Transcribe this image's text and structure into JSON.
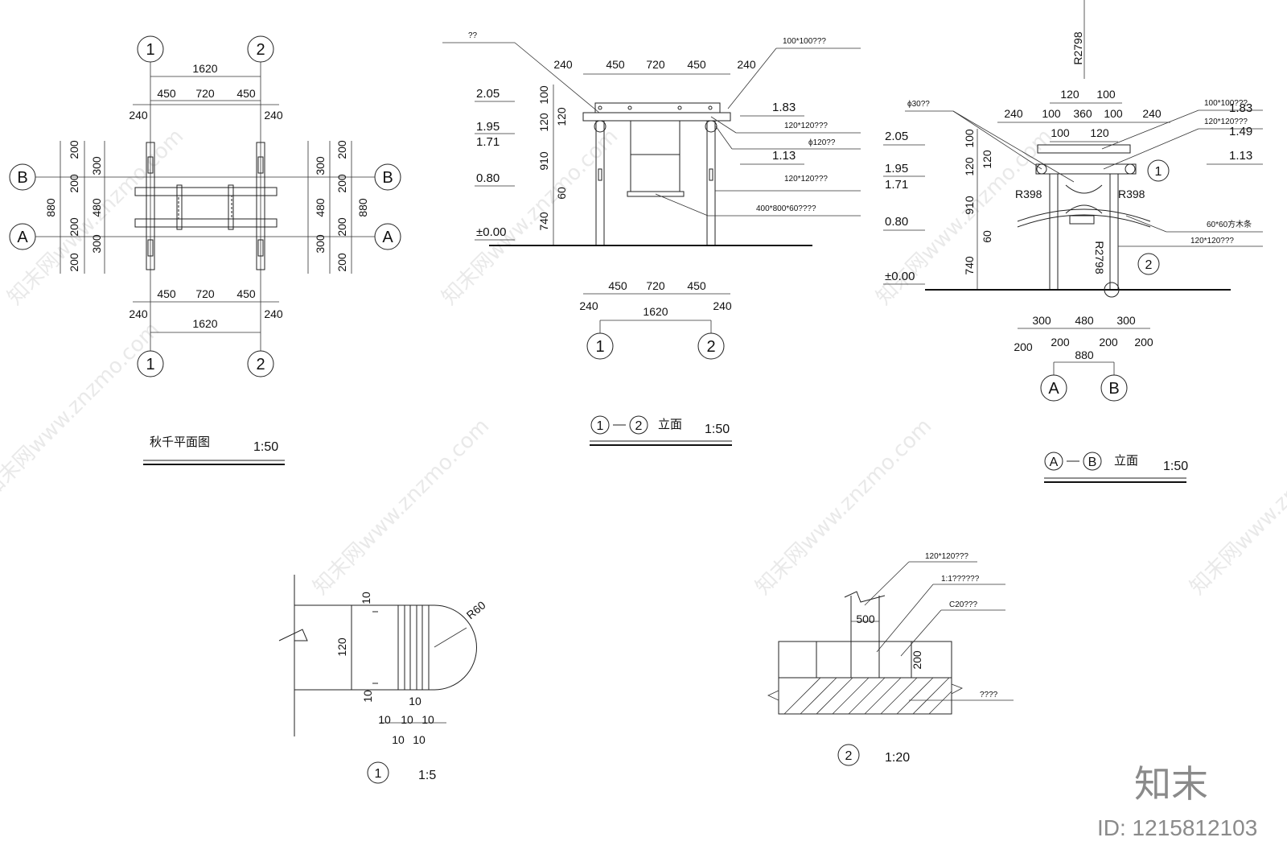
{
  "plan": {
    "title": "秋千平面图",
    "scale": "1:50",
    "axis1": "1",
    "axis2": "2",
    "axisA": "A",
    "axisB": "B",
    "top_total": "1620",
    "top_450a": "450",
    "top_720": "720",
    "top_450b": "450",
    "top_240a": "240",
    "top_240b": "240",
    "bot_450a": "450",
    "bot_720": "720",
    "bot_450b": "450",
    "bot_240a": "240",
    "bot_240b": "240",
    "bot_total": "1620",
    "left_200a": "200",
    "left_300a": "300",
    "left_200b": "200",
    "left_480": "480",
    "left_200c": "200",
    "left_300b": "300",
    "left_200d": "200",
    "left_880": "880",
    "right_200a": "200",
    "right_300a": "300",
    "right_200b": "200",
    "right_480": "480",
    "right_200c": "200",
    "right_300b": "300",
    "right_200d": "200",
    "right_880": "880"
  },
  "elev12": {
    "title": "立面",
    "scale": "1:50",
    "ax1": "1",
    "ax2": "2",
    "note_top": "??",
    "note_100x100": "100*100???",
    "note_120x120a": "120*120???",
    "note_phi120": "ϕ120??",
    "note_120x120b": "120*120???",
    "note_seat": "400*800*60????",
    "lvl_205": "2.05",
    "lvl_195": "1.95",
    "lvl_171": "1.71",
    "lvl_080": "0.80",
    "lvl_000": "±0.00",
    "lvl_183": "1.83",
    "lvl_113": "1.13",
    "top_240a": "240",
    "top_450a": "450",
    "top_720": "720",
    "top_450b": "450",
    "top_240b": "240",
    "v_100": "100",
    "v_120": "120",
    "v_910": "910",
    "v_740": "740",
    "v_120b": "120",
    "v_60": "60",
    "bot_450a": "450",
    "bot_720": "720",
    "bot_450b": "450",
    "bot_240a": "240",
    "bot_1620": "1620",
    "bot_240b": "240"
  },
  "elevAB": {
    "title": "立面",
    "scale": "1:50",
    "axA": "A",
    "axB": "B",
    "ax1": "1",
    "ax2": "2",
    "r2798a": "R2798",
    "r2798b": "R2798",
    "r398a": "R398",
    "r398b": "R398",
    "note_phi30": "ϕ30??",
    "note_100x100": "100*100???",
    "note_120x120a": "120*120???",
    "note_60x60": "60*60方木条",
    "note_120x120b": "120*120???",
    "lvl_205": "2.05",
    "lvl_195": "1.95",
    "lvl_171": "1.71",
    "lvl_080": "0.80",
    "lvl_000": "±0.00",
    "lvl_183": "1.83",
    "lvl_149": "1.49",
    "lvl_113": "1.13",
    "top_120": "120",
    "top_100": "100",
    "row_240a": "240",
    "row_100a": "100",
    "row_360": "360",
    "row_100b": "100",
    "row_240b": "240",
    "row2_100": "100",
    "row2_120": "120",
    "v_100": "100",
    "v_120": "120",
    "v_910": "910",
    "v_740": "740",
    "v_120b": "120",
    "v_60": "60",
    "bot_300a": "300",
    "bot_480": "480",
    "bot_300b": "300",
    "bot_200a": "200",
    "bot_200b": "200",
    "bot_200c": "200",
    "bot_200d": "200",
    "bot_880": "880"
  },
  "detail1": {
    "label": "1",
    "scale": "1:5",
    "r60": "R60",
    "h120": "120",
    "d10a": "10",
    "d10b": "10",
    "d10c": "10",
    "d10d": "10",
    "d10e": "10",
    "d10f": "10",
    "d10g": "10",
    "d10h": "10"
  },
  "detail2": {
    "label": "2",
    "scale": "1:20",
    "note_120x120": "120*120???",
    "note_mix": "1:1??????",
    "note_c20": "C20???",
    "note_soil": "????",
    "w500": "500",
    "h200": "200"
  },
  "watermark": {
    "text": "知末网www.znzmo.com",
    "brand": "知末",
    "id": "ID: 1215812103"
  }
}
